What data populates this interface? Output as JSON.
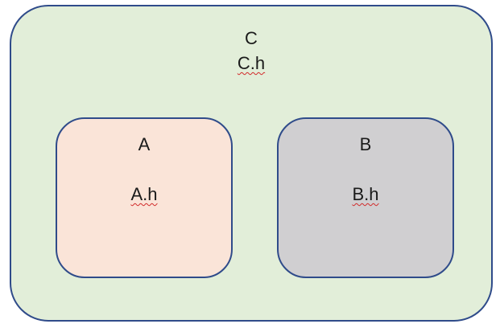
{
  "outer": {
    "name": "C",
    "file": "C.h"
  },
  "left": {
    "name": "A",
    "file": "A.h"
  },
  "right": {
    "name": "B",
    "file": "B.h"
  },
  "colors": {
    "outer_fill": "#e2eed9",
    "left_fill": "#fae4d8",
    "right_fill": "#d0cfd1",
    "border": "#2f4b8a",
    "spellcheck_underline": "#d12a2a"
  }
}
